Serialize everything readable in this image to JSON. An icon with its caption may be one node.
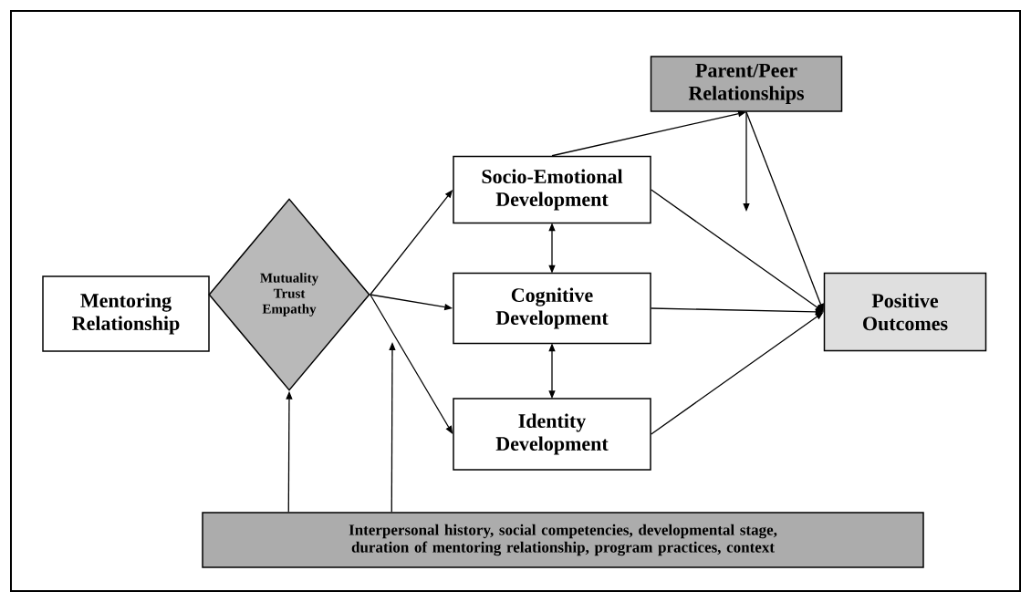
{
  "diagram": {
    "nodes": [
      {
        "text": [
          "Mentoring Relationship"
        ]
      },
      {
        "text": [
          "Mutuality Trust Empathy"
        ]
      },
      {
        "text": [
          "Socio-Emotional Development"
        ]
      },
      {
        "text": [
          "Parent/Peer Relationships"
        ]
      },
      {
        "text": [
          "Cognitive Development"
        ]
      },
      {
        "text": [
          "Identity Development"
        ]
      },
      {
        "text": [
          "Positive Outcomes"
        ]
      },
      {
        "text": [
          "Interpersonal history, social competencies, developmental stage, duration of mentoring relationship, program practices, context"
        ]
      }
    ],
    "edges": [
      {
        "from": 1,
        "to": 2,
        "arrow": "to"
      },
      {
        "from": 1,
        "to": 4,
        "arrow": "to"
      },
      {
        "from": 1,
        "to": 5,
        "arrow": "to"
      },
      {
        "from": 2,
        "to": 3,
        "arrow": "to"
      },
      {
        "from": 3,
        "to": null,
        "arrow": "to"
      },
      {
        "from": 3,
        "to": 6,
        "arrow": "to"
      },
      {
        "from": 2,
        "to": 6,
        "arrow": "to"
      },
      {
        "from": 4,
        "to": 6,
        "arrow": "to"
      },
      {
        "from": 5,
        "to": 6,
        "arrow": "to"
      },
      {
        "from": 2,
        "to": 4,
        "arrow": "both"
      },
      {
        "from": 4,
        "to": 5,
        "arrow": "both"
      },
      {
        "from": 7,
        "to": 1,
        "arrow": "to"
      },
      {
        "from": 7,
        "to": null,
        "arrow": "to"
      }
    ]
  }
}
